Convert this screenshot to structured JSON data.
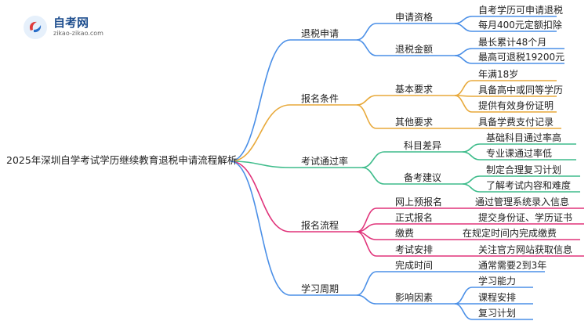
{
  "logo": {
    "title": "自考网",
    "subtitle": "zikao-zikao.com"
  },
  "root": "2025年深圳自学考试学历继续教育退税申请流程解析",
  "branches": [
    {
      "label": "退税申请",
      "color": "#4a8fe7",
      "children": [
        {
          "label": "申请资格",
          "leaves": [
            "自考学历可申请退税",
            "每月400元定额扣除"
          ]
        },
        {
          "label": "退税金额",
          "leaves": [
            "最长累计48个月",
            "最高可退税19200元"
          ]
        }
      ]
    },
    {
      "label": "报名条件",
      "color": "#e8a93a",
      "children": [
        {
          "label": "基本要求",
          "leaves": [
            "年满18岁",
            "具备高中或同等学历",
            "提供有效身份证明"
          ]
        },
        {
          "label": "其他要求",
          "leaves": [
            "具备学费支付记录"
          ]
        }
      ]
    },
    {
      "label": "考试通过率",
      "color": "#3ebc8b",
      "children": [
        {
          "label": "科目差异",
          "leaves": [
            "基础科目通过率高",
            "专业课通过率低"
          ]
        },
        {
          "label": "备考建议",
          "leaves": [
            "制定合理复习计划",
            "了解考试内容和难度"
          ]
        }
      ]
    },
    {
      "label": "报名流程",
      "color": "#e0337a",
      "children": [
        {
          "label": "网上预报名",
          "leaves": [
            "通过管理系统录入信息"
          ]
        },
        {
          "label": "正式报名",
          "leaves": [
            "提交身份证、学历证书"
          ]
        },
        {
          "label": "缴费",
          "leaves": [
            "在规定时间内完成缴费"
          ]
        },
        {
          "label": "考试安排",
          "leaves": [
            "关注官方网站获取信息"
          ]
        }
      ]
    },
    {
      "label": "学习周期",
      "color": "#4a8fe7",
      "children": [
        {
          "label": "完成时间",
          "leaves": [
            "通常需要2到3年"
          ]
        },
        {
          "label": "影响因素",
          "leaves": [
            "学习能力",
            "课程安排",
            "复习计划"
          ]
        }
      ]
    }
  ]
}
